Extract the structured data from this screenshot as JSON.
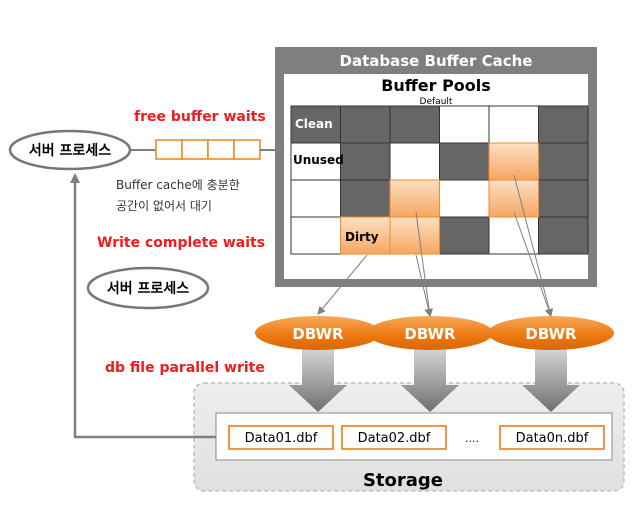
{
  "cache": {
    "title": "Database Buffer Cache",
    "pools_title": "Buffer Pools",
    "pools_subtitle": "Default"
  },
  "grid": {
    "labels": {
      "clean": "Clean",
      "unused": "Unused",
      "dirty": "Dirty"
    },
    "cells": [
      [
        "label",
        "dark",
        "dark",
        "white",
        "white",
        "dark"
      ],
      [
        "label",
        "dark",
        "white",
        "dark",
        "orange",
        "dark"
      ],
      [
        "white",
        "dark",
        "orange",
        "white",
        "orange",
        "dark"
      ],
      [
        "white",
        "dark-dirty",
        "orange",
        "dark",
        "white",
        "dark"
      ]
    ]
  },
  "process_top": "서버 프로세스",
  "process_bottom": "서버 프로세스",
  "free_buffer_waits": "free buffer waits",
  "note_lines": [
    "Buffer cache에 충분한",
    "공간이 없어서 대기"
  ],
  "write_complete_waits": "Write complete waits",
  "db_file_parallel_write": "db file parallel write",
  "dbwr": [
    "DBWR",
    "DBWR",
    "DBWR"
  ],
  "files": [
    "Data01.dbf",
    "Data02.dbf",
    "....",
    "Data0n.dbf"
  ],
  "storage": "Storage",
  "colors": {
    "red": "#ee1c1c",
    "orange": "#f08a2a",
    "dark_cell": "#666666",
    "panel_border": "#7f7f7f"
  }
}
